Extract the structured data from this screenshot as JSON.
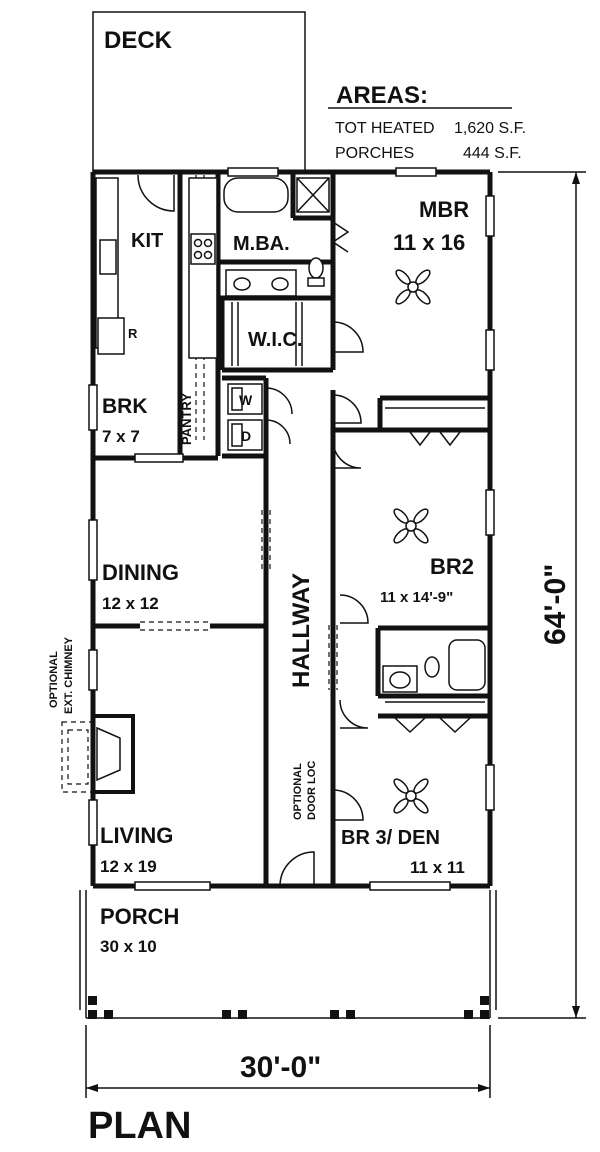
{
  "labels": {
    "deck": "DECK",
    "areas_title": "AREAS:",
    "tot_heated_label": "TOT HEATED",
    "tot_heated_value": "1,620 S.F.",
    "porches_label": "PORCHES",
    "porches_value": "444 S.F.",
    "kit": "KIT",
    "mba": "M.BA.",
    "mbr": "MBR",
    "mbr_size": "11 x 16",
    "wic": "W.I.C.",
    "brk": "BRK",
    "brk_size": "7 x 7",
    "pantry": "PANTRY",
    "refrigerator": "R",
    "washer": "W",
    "dryer": "D",
    "dining": "DINING",
    "dining_size": "12 x 12",
    "hallway": "HALLWAY",
    "br2": "BR2",
    "br2_size": "11 x 14'-9\"",
    "optional_chimney_1": "OPTIONAL",
    "optional_chimney_2": "EXT. CHIMNEY",
    "optional_door_1": "OPTIONAL",
    "optional_door_2": "DOOR LOC",
    "living": "LIVING",
    "living_size": "12 x 19",
    "br3": "BR 3/ DEN",
    "br3_size": "11 x 11",
    "porch": "PORCH",
    "porch_size": "30 x 10",
    "depth_dim": "64'-0\"",
    "width_dim": "30'-0\"",
    "plan": "PLAN"
  }
}
